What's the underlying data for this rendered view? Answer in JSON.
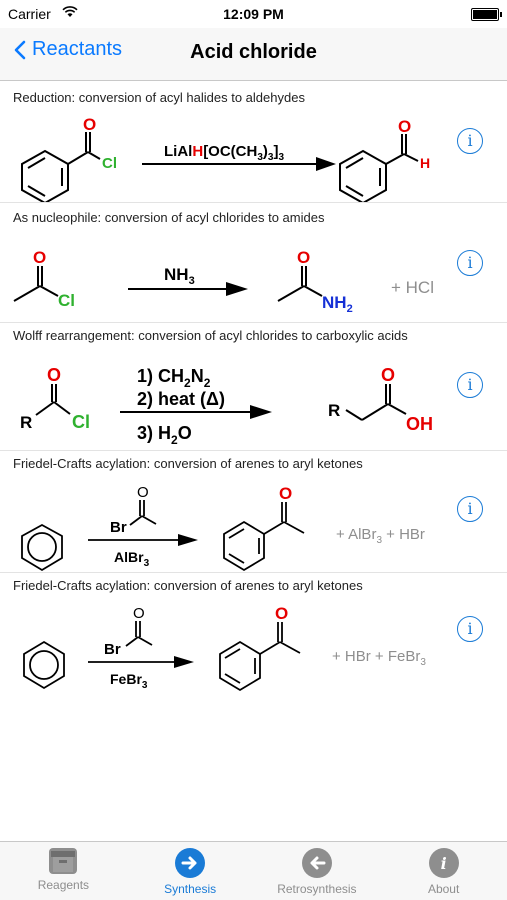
{
  "status_bar": {
    "carrier": "Carrier",
    "time": "12:09 PM"
  },
  "nav": {
    "back_label": "Reactants",
    "title": "Acid chloride"
  },
  "reactions": [
    {
      "caption": "Reduction: conversion of acyl halides to aldehydes",
      "reagent": "LiAlH[OC(CH3)3]3"
    },
    {
      "caption": "As nucleophile: conversion of acyl chlorides to amides",
      "reagent": "NH3",
      "byproduct": "+ HCl"
    },
    {
      "caption": "Wolff rearrangement: conversion of acyl chlorides to carboxylic acids",
      "steps": [
        "1) CH2N2",
        "2) heat (Δ)",
        "3) H2O"
      ]
    },
    {
      "caption": "Friedel-Crafts acylation: conversion of arenes to aryl ketones",
      "catalyst": "AlBr3",
      "byproduct": "+ AlBr3 + HBr"
    },
    {
      "caption": "Friedel-Crafts acylation: conversion of arenes to aryl ketones",
      "catalyst": "FeBr3",
      "byproduct": "+ HBr + FeBr3"
    }
  ],
  "tabs": [
    {
      "label": "Reagents",
      "icon": "box-icon",
      "color": "#8e8e8e"
    },
    {
      "label": "Synthesis",
      "icon": "arrow-right-circle-icon",
      "color": "#1a7bd6"
    },
    {
      "label": "Retrosynthesis",
      "icon": "arrow-left-circle-icon",
      "color": "#8e8e8e"
    },
    {
      "label": "About",
      "icon": "info-circle-icon",
      "color": "#8e8e8e"
    }
  ],
  "colors": {
    "accent": "#0a7aff",
    "oxygen": "#e60000",
    "chlorine": "#2fb12f",
    "nitrogen": "#1530d6",
    "hydrogen": "#e60000"
  }
}
